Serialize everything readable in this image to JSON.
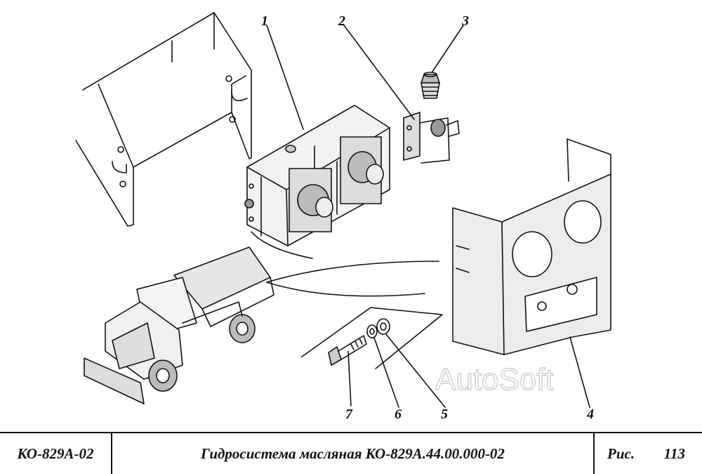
{
  "callouts": [
    "1",
    "2",
    "3",
    "4",
    "5",
    "6",
    "7"
  ],
  "watermark": "AutoSoft",
  "title_block": {
    "code": "КО-829А-02",
    "title": "Гидросистема масляная КО-829А.44.00.000-02",
    "fig_label": "Рис.",
    "fig_number": "113"
  },
  "icons": [
    "bracket-plate",
    "valve-block",
    "tee-fitting",
    "nozzle",
    "cover-plate",
    "washer",
    "spring-washer",
    "bolt",
    "truck"
  ]
}
